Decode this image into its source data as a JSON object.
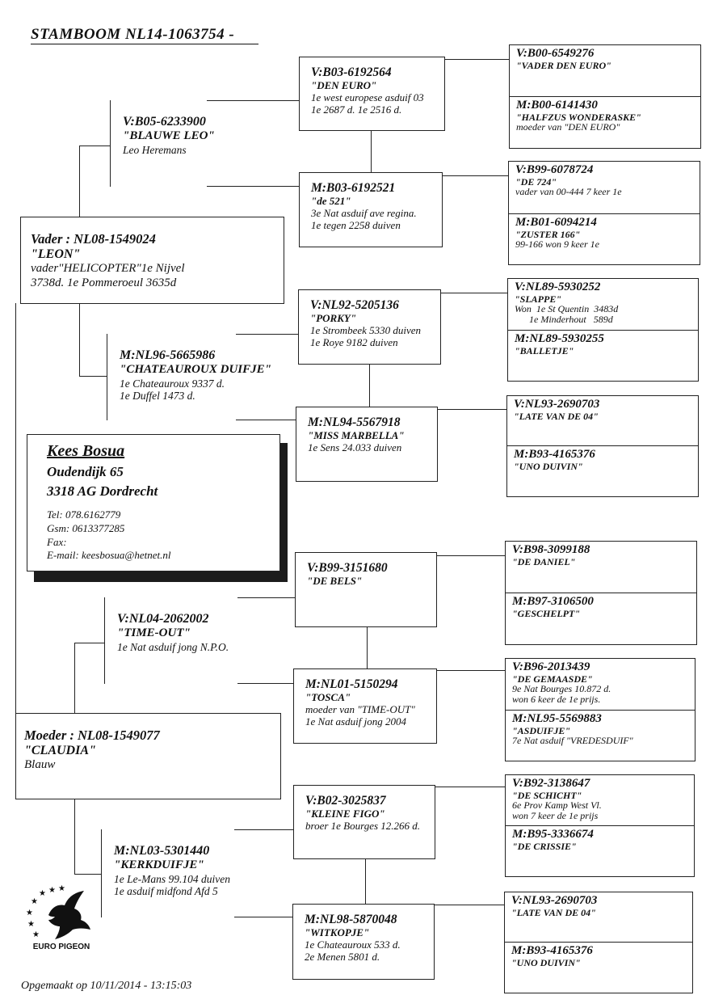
{
  "title": "STAMBOOM  NL14-1063754 -",
  "owner": {
    "name": "Kees Bosua",
    "street": "Oudendijk 65",
    "city": "3318 AG Dordrecht",
    "tel": "Tel: 078.6162779",
    "gsm": "Gsm: 0613377285",
    "fax": "Fax:",
    "email": "E-mail: keesbosua@hetnet.nl"
  },
  "father": {
    "id": "Vader : NL08-1549024",
    "name": "\"LEON\"",
    "l1": "vader\"HELICOPTER\"1e Nijvel",
    "l2": "3738d. 1e Pommeroeul 3635d"
  },
  "mother": {
    "id": "Moeder : NL08-1549077",
    "name": "\"CLAUDIA\"",
    "l1": "Blauw"
  },
  "p1": {
    "id": "V:B05-6233900",
    "name": "\"BLAUWE LEO\"",
    "l1": "Leo Heremans"
  },
  "p2": {
    "id": "M:NL96-5665986",
    "name": "\"CHATEAUROUX DUIFJE\"",
    "l1": "1e Chateauroux 9337 d.",
    "l2": "1e Duffel  1473 d."
  },
  "p3": {
    "id": "V:NL04-2062002",
    "name": "\"TIME-OUT\"",
    "l1": "1e Nat asduif jong N.P.O."
  },
  "p4": {
    "id": "M:NL03-5301440",
    "name": "\"KERKDUIFJE\"",
    "l1": "1e Le-Mans 99.104 duiven",
    "l2": "1e asduif midfond Afd 5"
  },
  "g1": {
    "id": "V:B03-6192564",
    "name": "\"DEN EURO\"",
    "l1": "1e west europese asduif 03",
    "l2": "1e 2687 d.  1e 2516 d."
  },
  "g2": {
    "id": "M:B03-6192521",
    "name": "\"de 521\"",
    "l1": "3e Nat asduif ave regina.",
    "l2": "1e tegen 2258 duiven"
  },
  "g3": {
    "id": "V:NL92-5205136",
    "name": "\"PORKY\"",
    "l1": "1e Strombeek 5330 duiven",
    "l2": "1e Roye       9182 duiven"
  },
  "g4": {
    "id": "M:NL94-5567918",
    "name": "\"MISS MARBELLA\"",
    "l1": "1e Sens 24.033 duiven"
  },
  "g5": {
    "id": "V:B99-3151680",
    "name": "\"DE BELS\""
  },
  "g6": {
    "id": "M:NL01-5150294",
    "name": "\"TOSCA\"",
    "l1": "moeder van \"TIME-OUT\"",
    "l2": "1e Nat asduif jong 2004"
  },
  "g7": {
    "id": "V:B02-3025837",
    "name": "\"KLEINE FIGO\"",
    "l1": "broer 1e Bourges 12.266 d."
  },
  "g8": {
    "id": "M:NL98-5870048",
    "name": "\"WITKOPJE\"",
    "l1": "1e Chateauroux 533 d.",
    "l2": "2e Menen  5801 d."
  },
  "gg": [
    {
      "id": "V:B00-6549276",
      "name": "\"VADER DEN EURO\""
    },
    {
      "id": "M:B00-6141430",
      "name": "\"HALFZUS WONDERASKE\"",
      "l1": "moeder van \"DEN EURO\""
    },
    {
      "id": "V:B99-6078724",
      "name": "\"DE 724\"",
      "l1": "vader van 00-444 7 keer 1e"
    },
    {
      "id": "M:B01-6094214",
      "name": "\"ZUSTER 166\"",
      "l1": "99-166 won 9 keer 1e"
    },
    {
      "id": "V:NL89-5930252",
      "name": "\"SLAPPE\"",
      "l1": "Won  1e St Quentin  3483d",
      "l2": "      1e Minderhout   589d"
    },
    {
      "id": "M:NL89-5930255",
      "name": "\"BALLETJE\""
    },
    {
      "id": "V:NL93-2690703",
      "name": "\"LATE VAN DE 04\""
    },
    {
      "id": "M:B93-4165376",
      "name": "\"UNO DUIVIN\""
    },
    {
      "id": "V:B98-3099188",
      "name": "\"DE DANIEL\""
    },
    {
      "id": "M:B97-3106500",
      "name": "\"GESCHELPT\""
    },
    {
      "id": "V:B96-2013439",
      "name": "\"DE GEMAASDE\"",
      "l1": "9e Nat Bourges 10.872 d.",
      "l2": "won 6 keer de 1e prijs."
    },
    {
      "id": "M:NL95-5569883",
      "name": "\"ASDUIFJE\"",
      "l1": "7e Nat asduif \"VREDESDUIF\""
    },
    {
      "id": "V:B92-3138647",
      "name": "\"DE SCHICHT\"",
      "l1": "6e Prov Kamp West Vl.",
      "l2": "won 7 keer de 1e prijs"
    },
    {
      "id": "M:B95-3336674",
      "name": "\"DE CRISSIE\""
    },
    {
      "id": "V:NL93-2690703",
      "name": "\"LATE VAN DE 04\""
    },
    {
      "id": "M:B93-4165376",
      "name": "\"UNO DUIVIN\""
    }
  ],
  "logo_text": "EURO PIGEON",
  "footer": "Opgemaakt op 10/11/2014 - 13:15:03"
}
